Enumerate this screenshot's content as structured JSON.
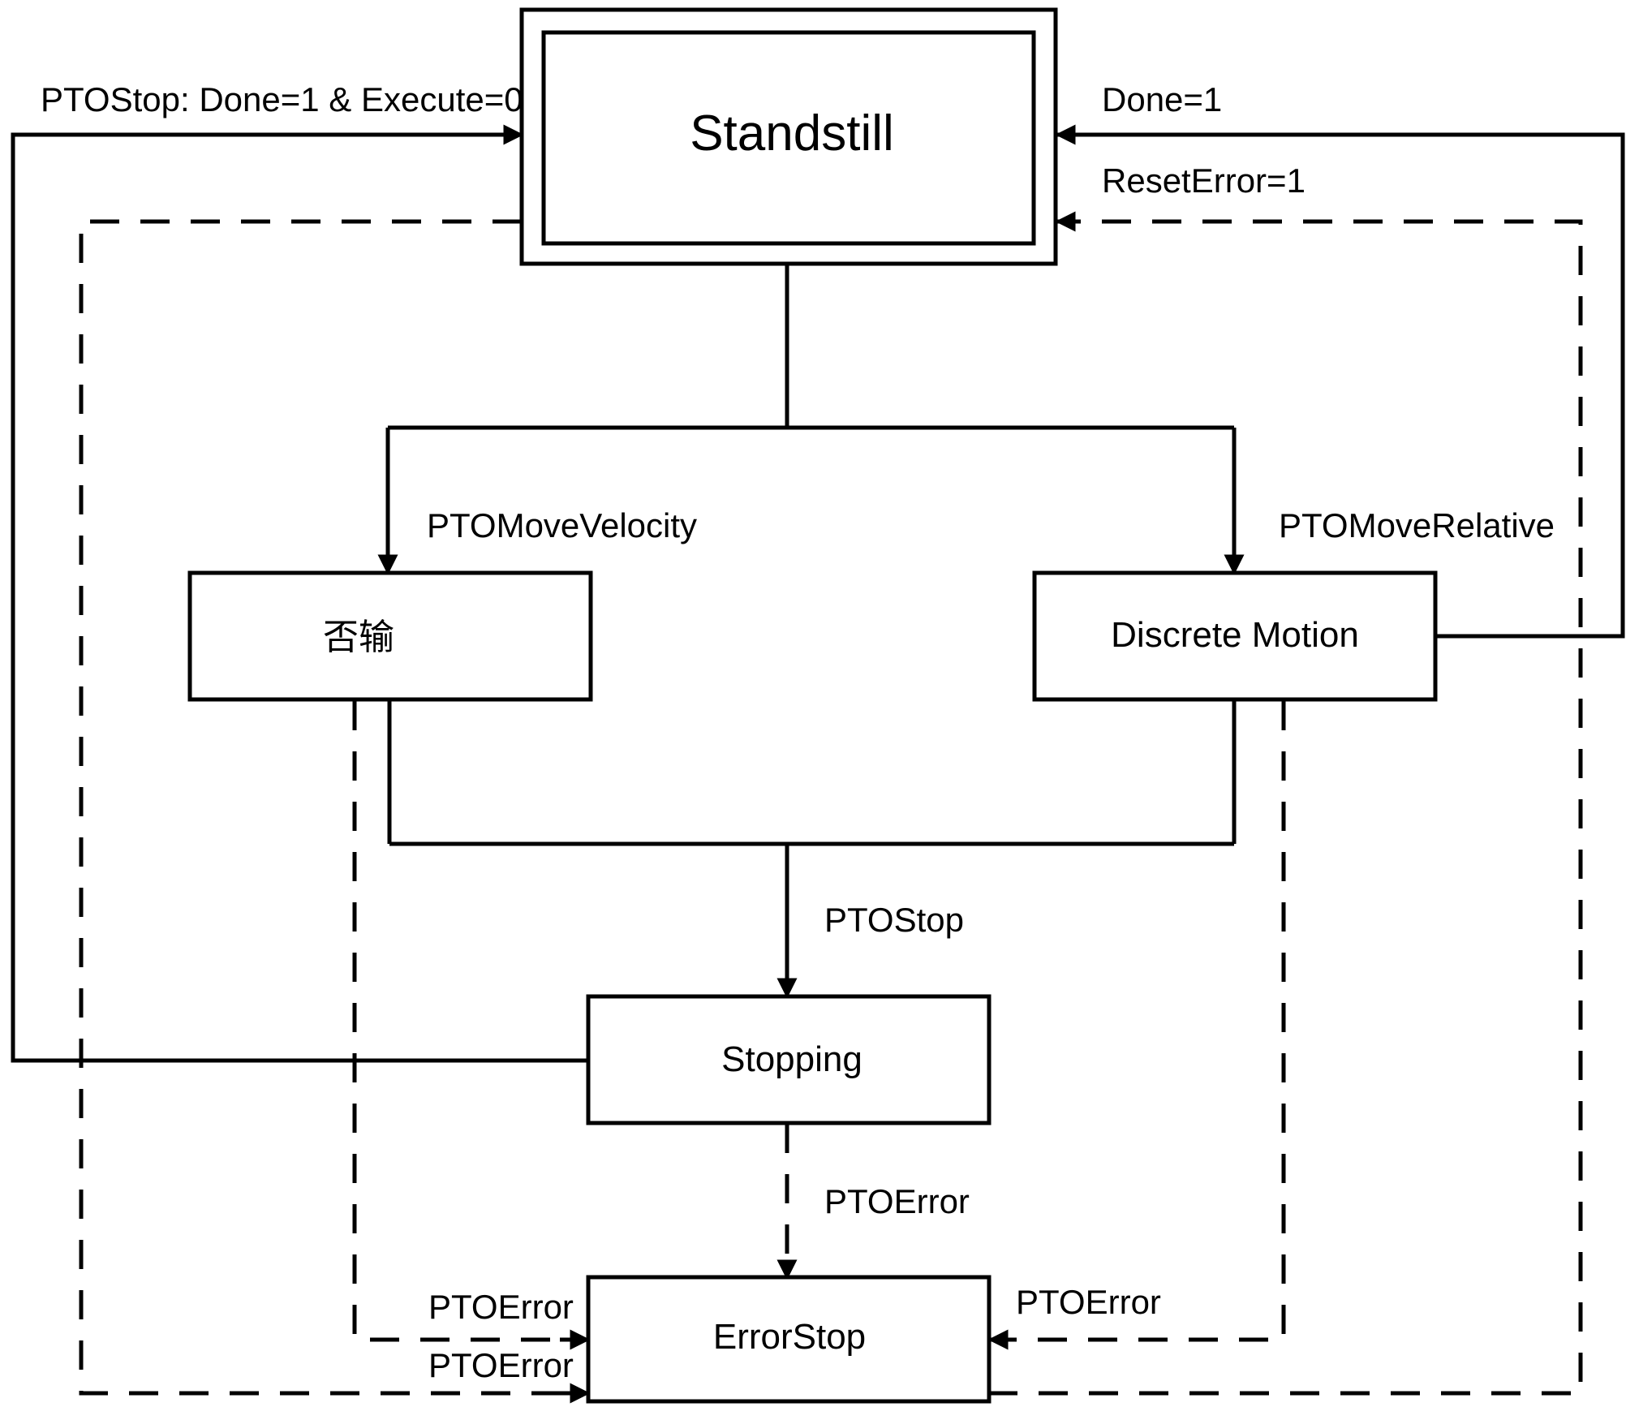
{
  "states": {
    "standstill": "Standstill",
    "continuous": "否输",
    "discrete": "Discrete Motion",
    "stopping": "Stopping",
    "errorstop": "ErrorStop"
  },
  "transitions": {
    "stop_done": "PTOStop: Done=1 & Execute=0",
    "done": "Done=1",
    "reset_error": "ResetError=1",
    "move_velocity": "PTOMoveVelocity",
    "move_relative": "PTOMoveRelative",
    "pto_stop": "PTOStop",
    "error_from_stopping": "PTOError",
    "error_from_continuous": "PTOError",
    "error_from_outer": "PTOError",
    "error_from_discrete": "PTOError"
  }
}
